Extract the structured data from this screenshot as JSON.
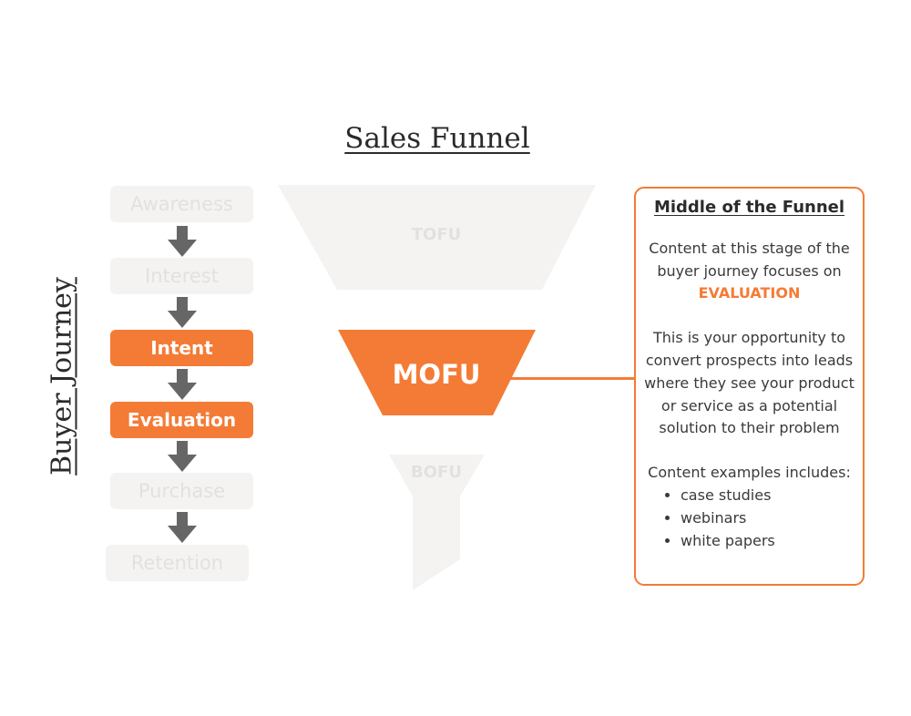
{
  "title": "Sales Funnel",
  "side_label": "Buyer Journey",
  "stages": [
    {
      "label": "Awareness",
      "active": false
    },
    {
      "label": "Interest",
      "active": false
    },
    {
      "label": "Intent",
      "active": true
    },
    {
      "label": "Evaluation",
      "active": true
    },
    {
      "label": "Purchase",
      "active": false
    },
    {
      "label": "Retention",
      "active": false
    }
  ],
  "funnel": {
    "tofu": "TOFU",
    "mofu": "MOFU",
    "bofu": "BOFU"
  },
  "info": {
    "title": "Middle of the Funnel",
    "intro": "Content at this stage of the buyer journey focuses on",
    "highlight": "EVALUATION",
    "opportunity": "This is your opportunity to convert prospects into leads where they see your product or service as a potential solution to their problem",
    "examples_heading": "Content examples includes:",
    "examples": [
      "case studies",
      "webinars",
      "white papers"
    ]
  },
  "colors": {
    "accent": "#f47b35",
    "inactive_fill": "#f4f3f2",
    "inactive_text": "#e2e1df",
    "arrow": "#666666"
  }
}
